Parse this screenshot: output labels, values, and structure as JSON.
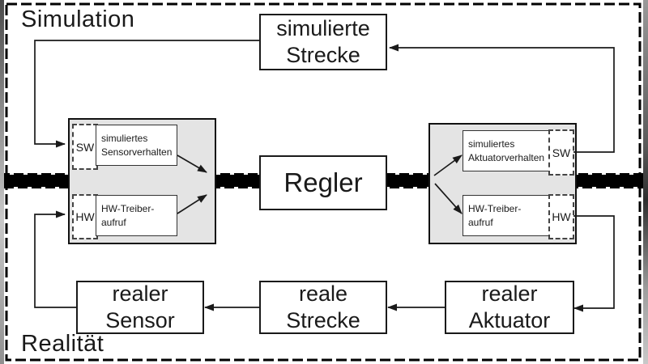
{
  "colors": {
    "background": "#ffffff",
    "line": "#1a1a1a",
    "band": "#000000",
    "block_fill": "#e4e4e4",
    "box_fill": "#ffffff"
  },
  "regions": {
    "simulation": "Simulation",
    "realitaet": "Realität"
  },
  "boxes": {
    "simulierte_strecke": "simulierte\nStrecke",
    "regler": "Regler",
    "realer_sensor": "realer\nSensor",
    "reale_strecke": "reale\nStrecke",
    "realer_aktuator": "realer\nAktuator"
  },
  "sensor_block": {
    "sw_tag": "SW",
    "hw_tag": "HW",
    "sw_box": "simuliertes\nSensorverhalten",
    "hw_box": "HW-Treiber-\naufruf"
  },
  "aktuator_block": {
    "sw_tag": "SW",
    "hw_tag": "HW",
    "sw_box": "simuliertes\nAktuatorverhalten",
    "hw_box": "HW-Treiber-\naufruf"
  }
}
